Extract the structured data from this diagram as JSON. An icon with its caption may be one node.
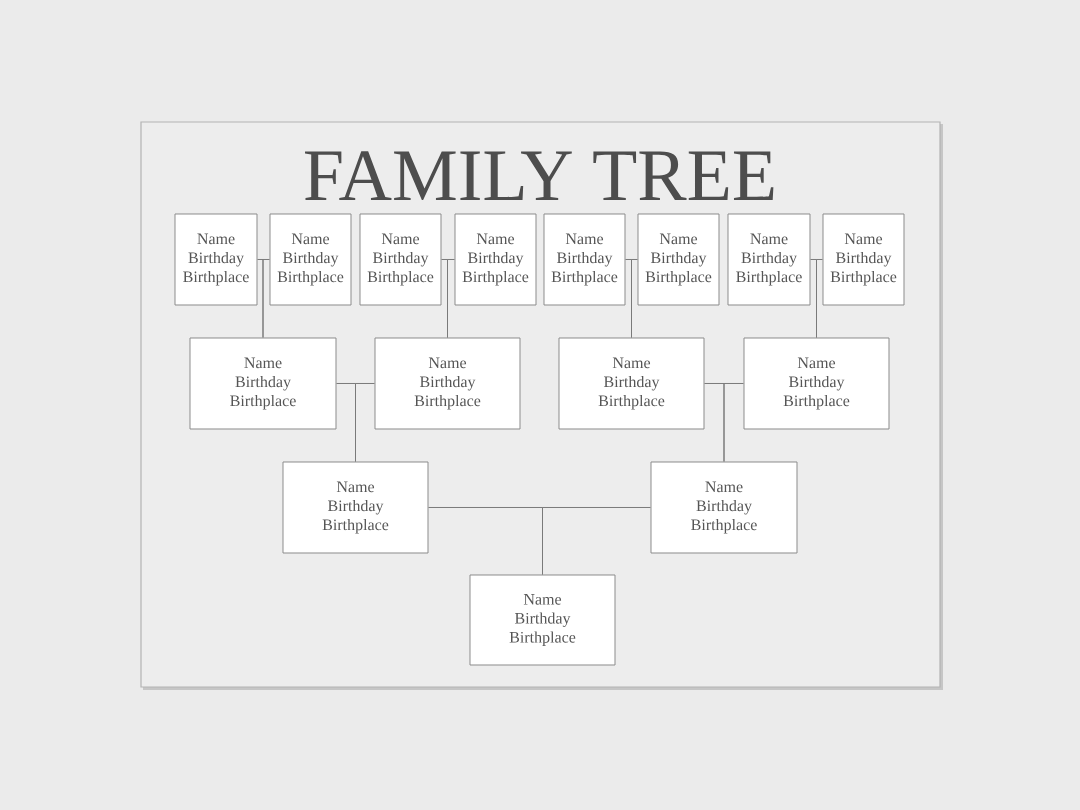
{
  "diagram": {
    "title": "FAMILY TREE",
    "nodes": [
      {
        "text": [
          "Name",
          "Birthday",
          "Birthplace"
        ]
      },
      {
        "text": [
          "Name",
          "Birthday",
          "Birthplace"
        ]
      },
      {
        "text": [
          "Name",
          "Birthday",
          "Birthplace"
        ]
      },
      {
        "text": [
          "Name",
          "Birthday",
          "Birthplace"
        ]
      },
      {
        "text": [
          "Name",
          "Birthday",
          "Birthplace"
        ]
      },
      {
        "text": [
          "Name",
          "Birthday",
          "Birthplace"
        ]
      },
      {
        "text": [
          "Name",
          "Birthday",
          "Birthplace"
        ]
      },
      {
        "text": [
          "Name",
          "Birthday",
          "Birthplace"
        ]
      },
      {
        "text": [
          "Name",
          "Birthday",
          "Birthplace"
        ]
      },
      {
        "text": [
          "Name",
          "Birthday",
          "Birthplace"
        ]
      },
      {
        "text": [
          "Name",
          "Birthday",
          "Birthplace"
        ]
      },
      {
        "text": [
          "Name",
          "Birthday",
          "Birthplace"
        ]
      },
      {
        "text": [
          "Name",
          "Birthday",
          "Birthplace"
        ]
      },
      {
        "text": [
          "Name",
          "Birthday",
          "Birthplace"
        ]
      },
      {
        "text": [
          "Name",
          "Birthday",
          "Birthplace"
        ]
      }
    ],
    "edges": [
      {
        "from": 0,
        "to": 8,
        "arrow": "none"
      },
      {
        "from": 1,
        "to": 8,
        "arrow": "none"
      },
      {
        "from": 2,
        "to": 9,
        "arrow": "none"
      },
      {
        "from": 3,
        "to": 9,
        "arrow": "none"
      },
      {
        "from": 4,
        "to": 10,
        "arrow": "none"
      },
      {
        "from": 5,
        "to": 10,
        "arrow": "none"
      },
      {
        "from": 6,
        "to": 11,
        "arrow": "none"
      },
      {
        "from": 7,
        "to": 11,
        "arrow": "none"
      },
      {
        "from": 8,
        "to": 12,
        "arrow": "none"
      },
      {
        "from": 9,
        "to": 12,
        "arrow": "none"
      },
      {
        "from": 10,
        "to": 13,
        "arrow": "none"
      },
      {
        "from": 11,
        "to": 13,
        "arrow": "none"
      },
      {
        "from": 12,
        "to": 14,
        "arrow": "none"
      },
      {
        "from": 13,
        "to": 14,
        "arrow": "none"
      }
    ]
  }
}
